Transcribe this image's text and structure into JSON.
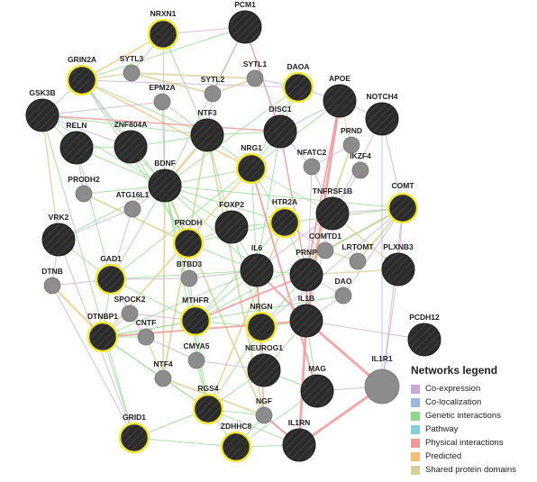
{
  "colors": {
    "co_expression": "#c8a9d6",
    "co_localization": "#9bb7e0",
    "genetic_interactions": "#8ed98a",
    "pathway": "#82d0de",
    "physical_interactions": "#ef9a9a",
    "predicted": "#f3bf77",
    "shared_protein_domains": "#d8cf98",
    "query_node_fill": "#2b2b2b",
    "query_node_ring": "#f2ea3c",
    "related_node_fill": "#8c8c8c"
  },
  "legend": {
    "title": "Networks legend",
    "items": [
      {
        "label": "Co-expression",
        "color_key": "co_expression"
      },
      {
        "label": "Co-localization",
        "color_key": "co_localization"
      },
      {
        "label": "Genetic interactions",
        "color_key": "genetic_interactions"
      },
      {
        "label": "Pathway",
        "color_key": "pathway"
      },
      {
        "label": "Physical interactions",
        "color_key": "physical_interactions"
      },
      {
        "label": "Predicted",
        "color_key": "predicted"
      },
      {
        "label": "Shared protein domains",
        "color_key": "shared_protein_domains"
      }
    ]
  },
  "nodes": [
    {
      "id": "NRXN1",
      "kind": "query"
    },
    {
      "id": "PCM1",
      "kind": "hub"
    },
    {
      "id": "GRIN2A",
      "kind": "query"
    },
    {
      "id": "SYTL3",
      "kind": "small"
    },
    {
      "id": "SYTL1",
      "kind": "small"
    },
    {
      "id": "DAOA",
      "kind": "query"
    },
    {
      "id": "APOE",
      "kind": "hub"
    },
    {
      "id": "GSK3B",
      "kind": "hub"
    },
    {
      "id": "EPM2A",
      "kind": "small"
    },
    {
      "id": "SYTL2",
      "kind": "small"
    },
    {
      "id": "NOTCH4",
      "kind": "hub"
    },
    {
      "id": "RELN",
      "kind": "hub"
    },
    {
      "id": "ZNF804A",
      "kind": "hub"
    },
    {
      "id": "NTF3",
      "kind": "hub"
    },
    {
      "id": "DISC1",
      "kind": "hub"
    },
    {
      "id": "PRND",
      "kind": "small"
    },
    {
      "id": "NRG1",
      "kind": "query"
    },
    {
      "id": "NFATC2",
      "kind": "small"
    },
    {
      "id": "IKZF4",
      "kind": "small"
    },
    {
      "id": "PRODH2",
      "kind": "small"
    },
    {
      "id": "BDNF",
      "kind": "hub"
    },
    {
      "id": "ATG16L1",
      "kind": "small"
    },
    {
      "id": "TNFRSF1B",
      "kind": "hub"
    },
    {
      "id": "COMT",
      "kind": "query"
    },
    {
      "id": "VRK2",
      "kind": "hub"
    },
    {
      "id": "PRODH",
      "kind": "query"
    },
    {
      "id": "FOXP2",
      "kind": "hub"
    },
    {
      "id": "HTR2A",
      "kind": "query"
    },
    {
      "id": "COMTD1",
      "kind": "small"
    },
    {
      "id": "LRTOMT",
      "kind": "small"
    },
    {
      "id": "PLXNB3",
      "kind": "hub"
    },
    {
      "id": "DTNB",
      "kind": "small"
    },
    {
      "id": "GAD1",
      "kind": "query"
    },
    {
      "id": "BTBD3",
      "kind": "small"
    },
    {
      "id": "IL6",
      "kind": "hub"
    },
    {
      "id": "PRNP",
      "kind": "hub"
    },
    {
      "id": "DAO",
      "kind": "small"
    },
    {
      "id": "SPOCK2",
      "kind": "small"
    },
    {
      "id": "MTHFR",
      "kind": "query"
    },
    {
      "id": "NRGN",
      "kind": "query"
    },
    {
      "id": "IL1B",
      "kind": "hub"
    },
    {
      "id": "DTNBP1",
      "kind": "query"
    },
    {
      "id": "CNTF",
      "kind": "small"
    },
    {
      "id": "PCDH12",
      "kind": "hub"
    },
    {
      "id": "CMYA5",
      "kind": "small"
    },
    {
      "id": "NEUROG1",
      "kind": "hub"
    },
    {
      "id": "NTF4",
      "kind": "small"
    },
    {
      "id": "IL1R1",
      "kind": "big_gray"
    },
    {
      "id": "MAG",
      "kind": "hub"
    },
    {
      "id": "RGS4",
      "kind": "query"
    },
    {
      "id": "NGF",
      "kind": "small"
    },
    {
      "id": "GRID1",
      "kind": "query"
    },
    {
      "id": "ZDHHC8",
      "kind": "query"
    },
    {
      "id": "IL1RN",
      "kind": "hub"
    }
  ]
}
